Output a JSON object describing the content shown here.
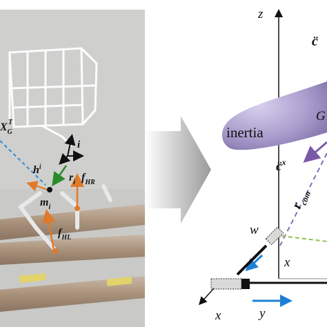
{
  "left_panel": {
    "labels": {
      "x_g": "X",
      "x_g_sub": "G",
      "x_g_sup": "T",
      "h": "h",
      "h_sub": "i",
      "i": "i",
      "r": "r",
      "r_sub": "i",
      "m": "m",
      "m_sub": "i",
      "f_hr": "f",
      "f_hr_sub": "HR",
      "f_hl": "f",
      "f_hl_sub": "HL"
    }
  },
  "right_panel": {
    "labels": {
      "z_axis": "z",
      "c_ddot_top": "c̈",
      "inertia": "inertia",
      "g_partial": "G",
      "c_ddot_x": "c̈",
      "c_ddot_x_sup": "x",
      "r_com": "r",
      "r_com_sub": "com",
      "w": "w",
      "x_arrow": "x",
      "x_axis": "x",
      "y_axis": "y",
      "y_arrow": "y"
    }
  },
  "colors": {
    "orange": "#e07a2a",
    "blue_arrow": "#1e7fd6",
    "purple": "#7a5aa8",
    "green": "#2a8a2a",
    "ellipsoid": "#a99ccc",
    "dash_blue": "#2b8ad8"
  }
}
